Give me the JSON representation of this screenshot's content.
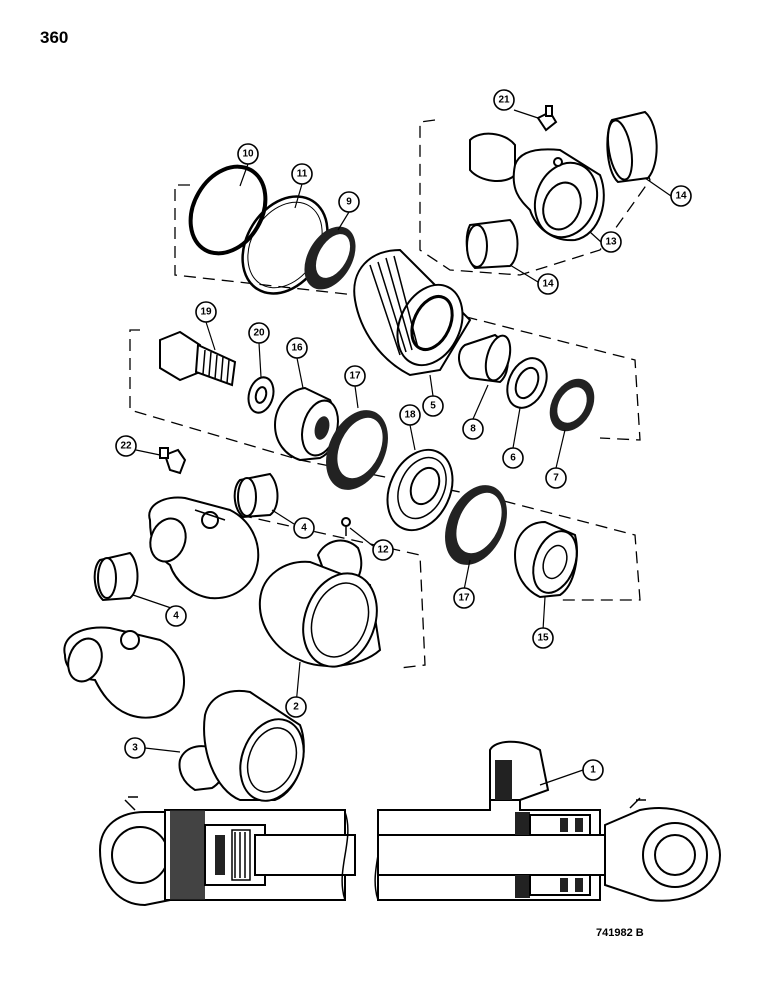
{
  "page": {
    "number": "360",
    "drawing_code": "741982 B"
  },
  "callouts": [
    {
      "name": "callout-1",
      "label": "1"
    },
    {
      "name": "callout-2",
      "label": "2"
    },
    {
      "name": "callout-3",
      "label": "3"
    },
    {
      "name": "callout-4a",
      "label": "4"
    },
    {
      "name": "callout-4b",
      "label": "4"
    },
    {
      "name": "callout-5",
      "label": "5"
    },
    {
      "name": "callout-6",
      "label": "6"
    },
    {
      "name": "callout-7",
      "label": "7"
    },
    {
      "name": "callout-8",
      "label": "8"
    },
    {
      "name": "callout-9",
      "label": "9"
    },
    {
      "name": "callout-10",
      "label": "10"
    },
    {
      "name": "callout-11",
      "label": "11"
    },
    {
      "name": "callout-12",
      "label": "12"
    },
    {
      "name": "callout-13",
      "label": "13"
    },
    {
      "name": "callout-14a",
      "label": "14"
    },
    {
      "name": "callout-14b",
      "label": "14"
    },
    {
      "name": "callout-15",
      "label": "15"
    },
    {
      "name": "callout-16",
      "label": "16"
    },
    {
      "name": "callout-17a",
      "label": "17"
    },
    {
      "name": "callout-17b",
      "label": "17"
    },
    {
      "name": "callout-18",
      "label": "18"
    },
    {
      "name": "callout-19",
      "label": "19"
    },
    {
      "name": "callout-20",
      "label": "20"
    },
    {
      "name": "callout-21",
      "label": "21"
    },
    {
      "name": "callout-22",
      "label": "22"
    }
  ]
}
